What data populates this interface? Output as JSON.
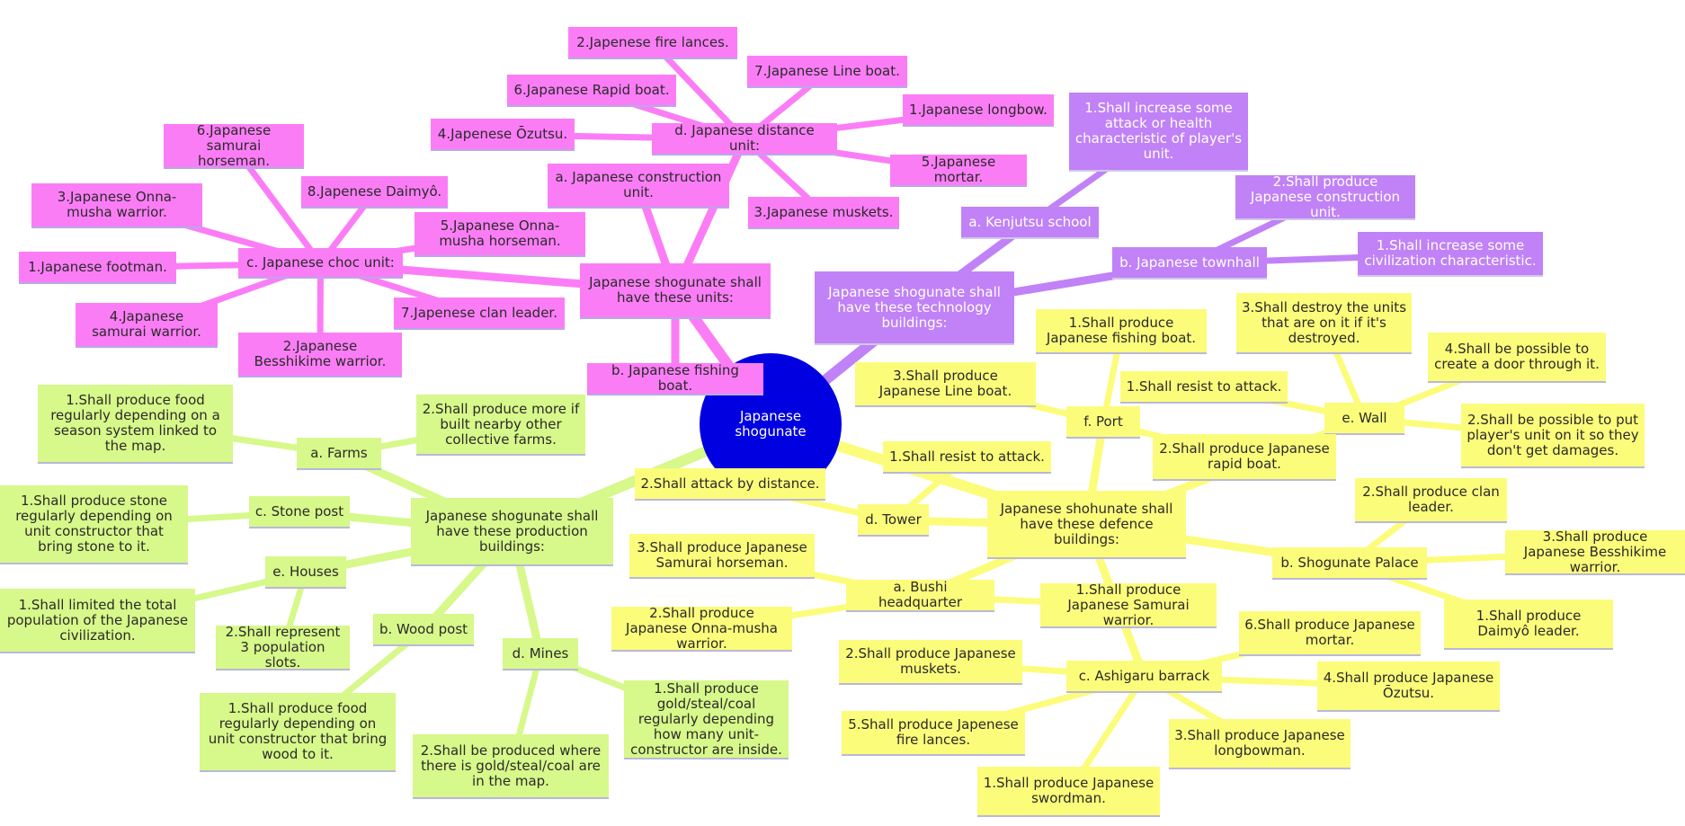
{
  "colors": {
    "central": "#0000e1",
    "units": "#fb7df6",
    "technology": "#c082f6",
    "production": "#d7f88a",
    "defence": "#fcfc7b"
  },
  "center": "Japanese shogunate",
  "units": {
    "title": "Japanese shogunate shall have these units:",
    "construction": "a. Japanese construction unit.",
    "fishing": "b. Japanese fishing boat.",
    "choc": {
      "label": "c. Japanese choc unit:",
      "items": [
        "1.Japanese footman.",
        "2.Japanese Besshikime warrior.",
        "3.Japanese Onna-musha warrior.",
        "4.Japanese samurai warrior.",
        "5.Japanese Onna-musha horseman.",
        "6.Japanese samurai horseman.",
        "7.Japenese clan leader.",
        "8.Japenese Daimyô."
      ]
    },
    "distance": {
      "label": "d. Japanese distance unit:",
      "items": [
        "1.Japanese longbow.",
        "2.Japenese fire lances.",
        "3.Japanese muskets.",
        "4.Japenese Ōzutsu.",
        "5.Japanese mortar.",
        "6.Japanese Rapid boat.",
        "7.Japanese Line boat."
      ]
    }
  },
  "technology": {
    "title": "Japanese shogunate shall have these technology buildings:",
    "kenjutsu": {
      "label": "a. Kenjutsu school",
      "items": [
        "1.Shall increase some attack or health characteristic of player's unit."
      ]
    },
    "townhall": {
      "label": "b. Japanese townhall",
      "items": [
        "1.Shall increase some civilization characteristic.",
        "2.Shall produce Japanese construction unit."
      ]
    }
  },
  "production": {
    "title": "Japanese shogunate shall have these production buildings:",
    "farms": {
      "label": "a. Farms",
      "items": [
        "1.Shall produce food regularly depending on a season system linked to the map.",
        "2.Shall produce more if built nearby other collective farms."
      ]
    },
    "wood": {
      "label": "b. Wood post",
      "items": [
        "1.Shall produce food regularly depending on unit constructor that bring wood to it."
      ]
    },
    "stone": {
      "label": "c. Stone post",
      "items": [
        "1.Shall produce stone regularly depending on unit constructor that bring stone to it."
      ]
    },
    "mines": {
      "label": "d. Mines",
      "items": [
        "1.Shall produce gold/steal/coal regularly depending how many unit-constructor are inside.",
        "2.Shall be produced where there is gold/steal/coal are in the map."
      ]
    },
    "houses": {
      "label": "e. Houses",
      "items": [
        "1.Shall limited the total population of the Japanese civilization.",
        "2.Shall represent 3 population slots."
      ]
    }
  },
  "defence": {
    "title": "Japanese shohunate shall have these defence buildings:",
    "bushi": {
      "label": "a. Bushi headquarter",
      "items": [
        "1.Shall produce Japanese Samurai warrior.",
        "2.Shall produce Japanese Onna-musha warrior.",
        "3.Shall produce Japanese Samurai horseman."
      ]
    },
    "palace": {
      "label": "b. Shogunate Palace",
      "items": [
        "1.Shall produce Daimyô leader.",
        "2.Shall produce clan leader.",
        "3.Shall produce Japanese Besshikime warrior."
      ]
    },
    "ashigaru": {
      "label": "c. Ashigaru barrack",
      "items": [
        "1.Shall produce Japanese swordman.",
        "2.Shall produce Japanese muskets.",
        "3.Shall produce Japanese longbowman.",
        "4.Shall produce Japanese Ōzutsu.",
        "5.Shall produce Japenese fire lances.",
        "6.Shall produce Japanese mortar."
      ]
    },
    "tower": {
      "label": "d. Tower",
      "items": [
        "1.Shall resist to attack.",
        "2.Shall attack by distance."
      ]
    },
    "wall": {
      "label": "e. Wall",
      "items": [
        "1.Shall resist to attack.",
        "2.Shall be possible to put player's unit on it so they don't get damages.",
        "3.Shall destroy the units that are on it if it's destroyed.",
        "4.Shall be possible to create a door through it."
      ]
    },
    "port": {
      "label": "f. Port",
      "items": [
        "1.Shall produce Japanese fishing boat.",
        "2.Shall produce Japanese rapid boat.",
        "3.Shall produce Japanese Line boat."
      ]
    }
  }
}
